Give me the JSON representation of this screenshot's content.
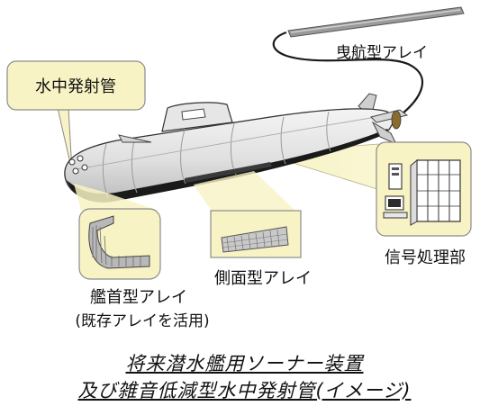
{
  "labels": {
    "tube": "水中発射管",
    "towed": "曳航型アレイ",
    "signal": "信号処理部",
    "side": "側面型アレイ",
    "bow": "艦首型アレイ",
    "bow_note": "(既存アレイを活用)"
  },
  "caption": {
    "line1": "将来潜水艦用ソーナー装置",
    "line2": "及び雑音低減型水中発射管(イメージ)"
  },
  "colors": {
    "callout_fill": "#f7f3c4",
    "callout_line": "#8c8c8c",
    "hull": "#d8d8d8",
    "keel": "#1a1a1a",
    "cable": "#1a1a1a"
  },
  "icons": [
    "submarine-icon",
    "towed-array-icon",
    "bow-array-icon",
    "side-array-icon",
    "server-rack-icon",
    "computer-terminal-icon"
  ]
}
